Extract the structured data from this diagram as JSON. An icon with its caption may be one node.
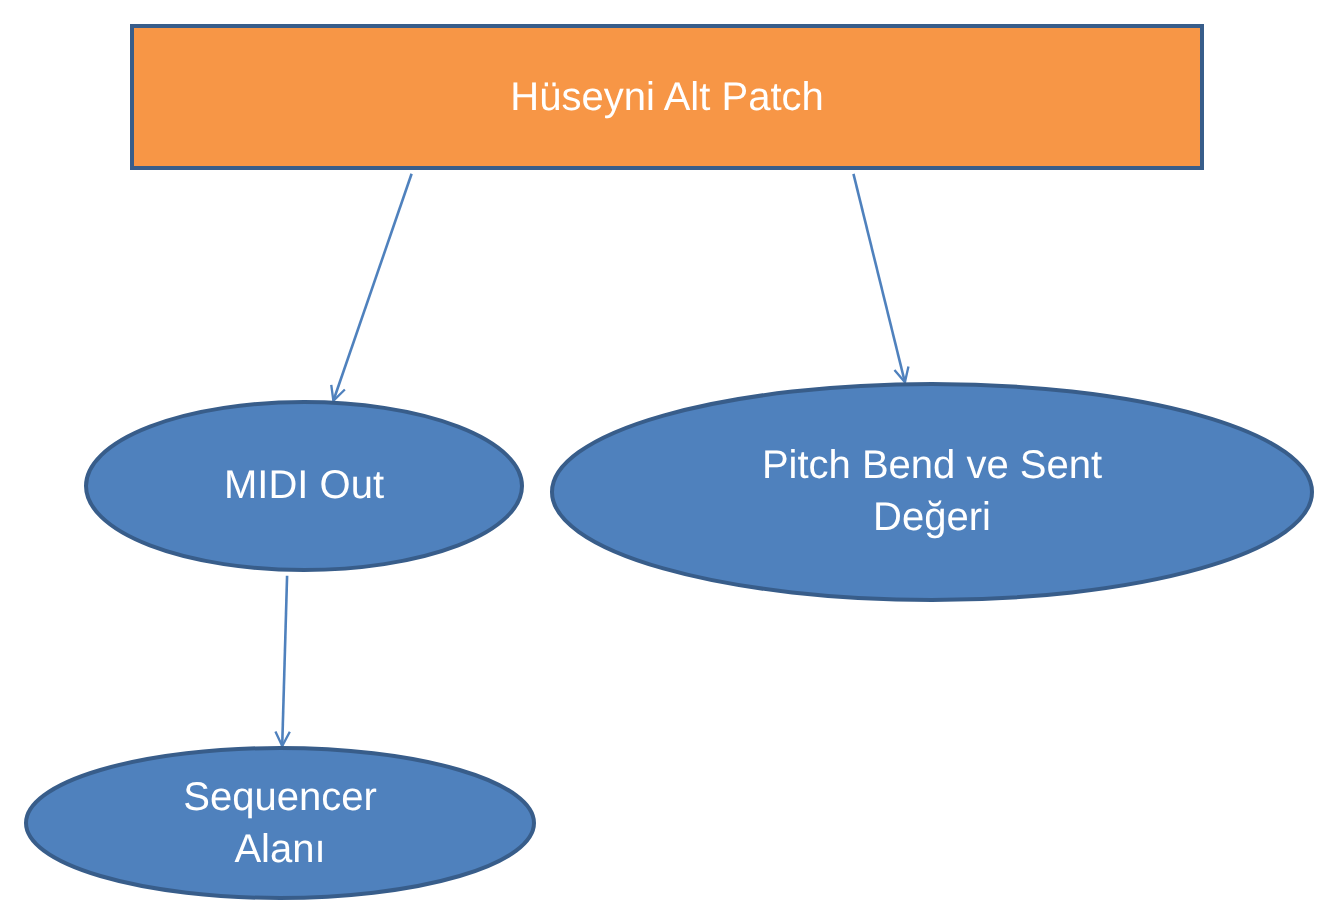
{
  "diagram": {
    "nodes": [
      {
        "text": [
          "Hüseyni Alt Patch"
        ]
      },
      {
        "text": [
          "MIDI Out"
        ]
      },
      {
        "text": [
          "Pitch Bend ve Sent Değeri"
        ]
      },
      {
        "text": [
          "Sequencer Alanı"
        ]
      }
    ],
    "edges": [
      {
        "from": 0,
        "to": 1,
        "arrow": "to"
      },
      {
        "from": 0,
        "to": 2,
        "arrow": "to"
      },
      {
        "from": 1,
        "to": 3,
        "arrow": "to"
      }
    ]
  }
}
